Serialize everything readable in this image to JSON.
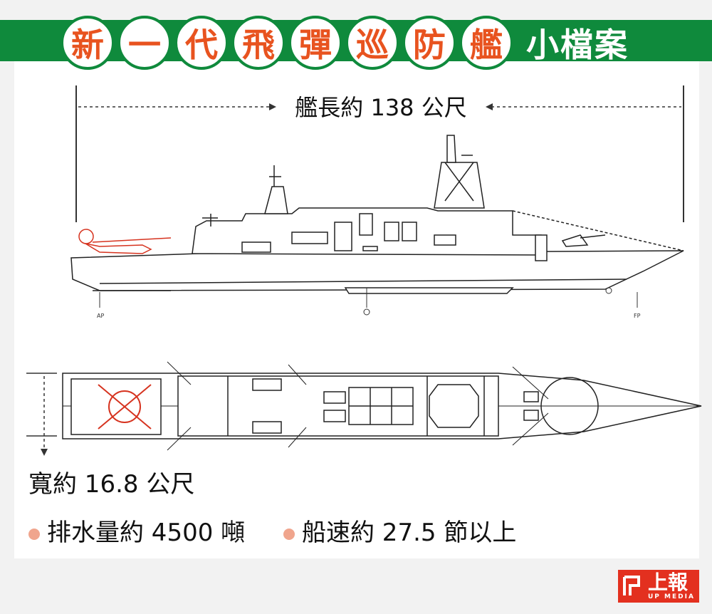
{
  "header": {
    "title_chars": [
      "新",
      "一",
      "代",
      "飛",
      "彈",
      "巡",
      "防",
      "艦"
    ],
    "title_suffix": "小檔案",
    "banner_color": "#0f8a3c",
    "title_char_color": "#e8531f"
  },
  "dimensions": {
    "length_label": "艦長約 138 公尺",
    "beam_label": "寬約 16.8 公尺"
  },
  "drawing_marks": {
    "ap": "AP",
    "fp": "FP"
  },
  "specs": [
    {
      "label": "排水量約 4500 噸"
    },
    {
      "label": "船速約 27.5 節以上"
    }
  ],
  "bullet_color": "#f0a58d",
  "logo": {
    "name": "上報",
    "sub": "UP MEDIA",
    "color": "#e3301f"
  },
  "icons": {
    "logo": "up-media-logo-icon",
    "bullet": "bullet-dot-icon"
  }
}
